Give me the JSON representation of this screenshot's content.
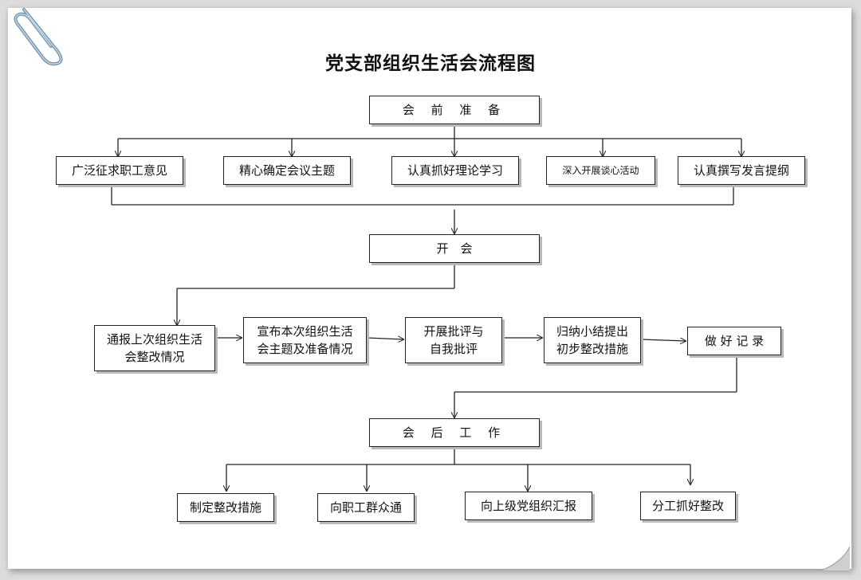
{
  "title": "党支部组织生活会流程图",
  "stage1": {
    "label": "会 前 准 备",
    "steps": [
      "广泛征求职工意见",
      "精心确定会议主题",
      "认真抓好理论学习",
      "深入开展谈心活动",
      "认真撰写发言提纲"
    ]
  },
  "stage2": {
    "label": "开　会",
    "steps": [
      {
        "line1": "通报上次组织生活",
        "line2": "会整改情况"
      },
      {
        "line1": "宣布本次组织生活",
        "line2": "会主题及准备情况"
      },
      {
        "line1": "开展批评与",
        "line2": "自我批评"
      },
      {
        "line1": "归纳小结提出",
        "line2": "初步整改措施"
      },
      {
        "line1": "做 好 记 录",
        "line2": ""
      }
    ]
  },
  "stage3": {
    "label": "会 后 工 作",
    "steps": [
      "制定整改措施",
      "向职工群众通",
      "向上级党组织汇报",
      "分工抓好整改"
    ]
  },
  "icons": {
    "clip": "paperclip-icon",
    "corner": "page-curl-icon"
  }
}
